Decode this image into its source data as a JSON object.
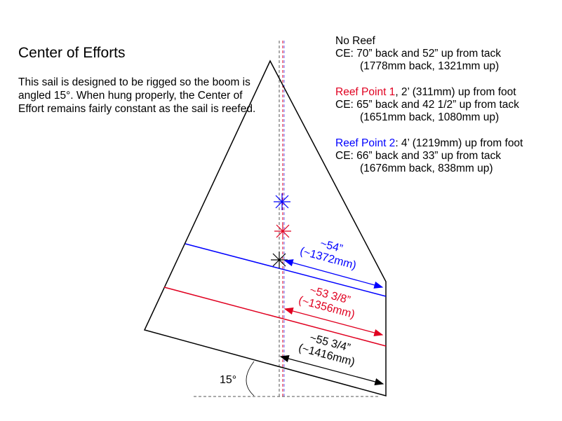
{
  "title": "Center of Efforts",
  "description": "This sail is designed to be rigged so the boom is angled 15°. When hung properly, the Center of Effort remains fairly constant as the sail is reefed.",
  "reefs": [
    {
      "heading": "No Reef",
      "heading_suffix": "",
      "ce": "CE: 70” back and 52” up from tack",
      "metric": "(1778mm back, 1321mm up)",
      "color": "#000000"
    },
    {
      "heading": "Reef Point 1",
      "heading_suffix": ", 2’ (311mm) up from foot",
      "ce": "CE: 65” back and 42 1/2” up from tack",
      "metric": "(1651mm back, 1080mm up)",
      "color": "#e00020"
    },
    {
      "heading": "Reef Point 2",
      "heading_suffix": ": 4’ (1219mm) up from foot",
      "ce": "CE: 66” back and 33” up from tack",
      "metric": "(1676mm back, 838mm up)",
      "color": "#0000ff"
    }
  ],
  "dimensions": {
    "reef2": {
      "imperial": "~54”",
      "metric": "(~1372mm)"
    },
    "reef1": {
      "imperial": "~53 3/8”",
      "metric": "(~1356mm)"
    },
    "full": {
      "imperial": "~55 3/4”",
      "metric": "(~1416mm)"
    }
  },
  "boom_angle": "15°"
}
